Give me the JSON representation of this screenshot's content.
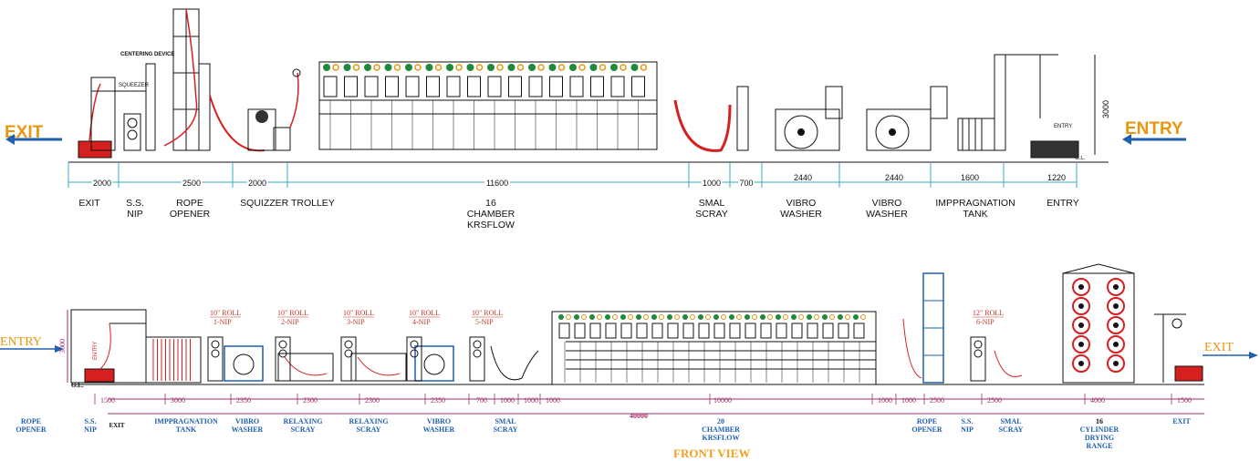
{
  "top_view": {
    "exit_label": "EXIT",
    "entry_label": "ENTRY",
    "centering_device": "CENTERING DEVICE",
    "squeezer": "SQUEEZER",
    "entry_small": "ENTRY",
    "height_dim": "3000",
    "gl_label": "G.L.",
    "dims": [
      "2000",
      "2500",
      "2000",
      "11600",
      "1000",
      "700",
      "2440",
      "2440",
      "1600",
      "1220"
    ],
    "sections": [
      "EXIT",
      "S.S. NIP",
      "ROPE OPENER",
      "SQUIZZER TROLLEY",
      "16 CHAMBER KRSFLOW",
      "SMAL SCRAY",
      "VIBRO WASHER",
      "VIBRO WASHER",
      "IMPPRAGNATION TANK",
      "ENTRY"
    ]
  },
  "front_view": {
    "entry_label": "ENTRY",
    "exit_label": "EXIT",
    "title": "FRONT VIEW",
    "gl_label": "G.L.",
    "height_dim": "3000",
    "entry_small": "ENTRY",
    "rolls": [
      {
        "roll": "10\" ROLL",
        "nip": "1-NIP"
      },
      {
        "roll": "10\" ROLL",
        "nip": "2-NIP"
      },
      {
        "roll": "10\" ROLL",
        "nip": "3-NIP"
      },
      {
        "roll": "10\" ROLL",
        "nip": "4-NIP"
      },
      {
        "roll": "10\" ROLL",
        "nip": "5-NIP"
      },
      {
        "roll": "12\" ROLL",
        "nip": "6-NIP"
      }
    ],
    "dims": [
      "1500",
      "3000",
      "2350",
      "2300",
      "2300",
      "2350",
      "700",
      "1000",
      "1000",
      "1000",
      "10000",
      "1000",
      "1000",
      "2500",
      "2500",
      "4000",
      "1500"
    ],
    "total_dim": "40000",
    "sections": [
      "ROPE OPENER",
      "S.S. NIP",
      "EXIT",
      "IMPPRAGNATION TANK",
      "VIBRO WASHER",
      "RELAXING SCRAY",
      "RELAXING SCRAY",
      "VIBRO WASHER",
      "SMAL SCRAY",
      "20 CHAMBER KRSFLOW",
      "ROPE OPENER",
      "S.S. NIP",
      "SMAL SCRAY",
      "16 CYLINDER DRYING RANGE",
      "EXIT"
    ]
  },
  "colors": {
    "orange": "#e8960f",
    "blue": "#1f5fb0",
    "red": "#d62020",
    "magenta": "#a0306a",
    "green": "#1f8a3b",
    "cyan": "#3aa9c9"
  }
}
